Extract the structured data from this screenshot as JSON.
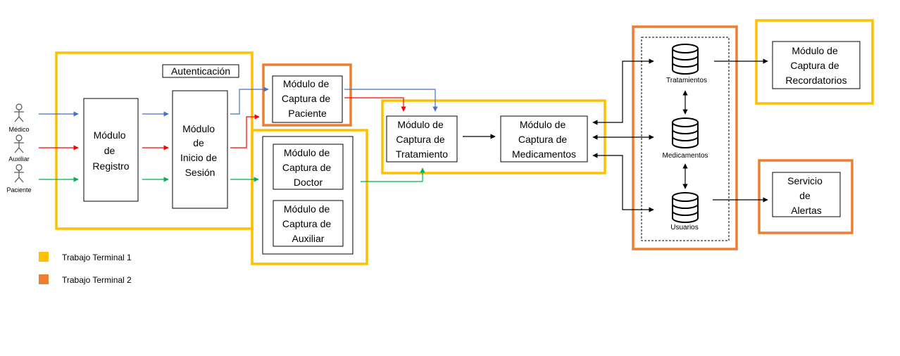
{
  "actors": {
    "medico": "Médico",
    "auxiliar": "Auxiliar",
    "paciente": "Paciente"
  },
  "auth_label": "Autenticación",
  "modules": {
    "registro": [
      "Módulo",
      "de",
      "Registro"
    ],
    "inicio_sesion": [
      "Módulo",
      "de",
      "Inicio de",
      "Sesión"
    ],
    "captura_paciente": [
      "Módulo de",
      "Captura de",
      "Paciente"
    ],
    "captura_doctor": [
      "Módulo de",
      "Captura de",
      "Doctor"
    ],
    "captura_auxiliar": [
      "Módulo de",
      "Captura de",
      "Auxiliar"
    ],
    "captura_tratamiento": [
      "Módulo de",
      "Captura de",
      "Tratamiento"
    ],
    "captura_medicamentos": [
      "Módulo de",
      "Captura de",
      "Medicamentos"
    ],
    "captura_recordatorios": [
      "Módulo de",
      "Captura de",
      "Recordatorios"
    ],
    "servicio_alertas": [
      "Servicio",
      "de",
      "Alertas"
    ]
  },
  "databases": {
    "tratamientos": "Tratamientos",
    "medicamentos": "Medicamentos",
    "usuarios": "Usuarios"
  },
  "legend": [
    {
      "label": "Trabajo Terminal 1",
      "color": "#FFC000"
    },
    {
      "label": "Trabajo Terminal 2",
      "color": "#ED7D31"
    }
  ],
  "colors": {
    "yellow": "#FFC000",
    "orange": "#ED7D31",
    "blue": "#4472C4",
    "red": "#FF0000",
    "green": "#00B050"
  }
}
